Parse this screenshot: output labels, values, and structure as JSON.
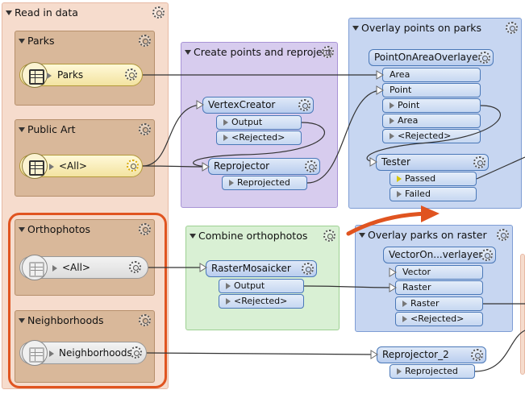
{
  "bookmarks": {
    "read_in": {
      "title": "Read in data"
    },
    "parks": {
      "title": "Parks"
    },
    "public_art": {
      "title": "Public Art"
    },
    "orthophotos": {
      "title": "Orthophotos"
    },
    "neighborhoods": {
      "title": "Neighborhoods"
    },
    "create_points": {
      "title": "Create points and reproject"
    },
    "overlay_points": {
      "title": "Overlay points on parks"
    },
    "combine_ortho": {
      "title": "Combine orthophotos"
    },
    "overlay_raster": {
      "title": "Overlay parks on raster"
    }
  },
  "readers": {
    "parks": {
      "label": "Parks"
    },
    "public_art": {
      "label": "<All>"
    },
    "orthophotos": {
      "label": "<All>"
    },
    "neighborhoods": {
      "label": "Neighborhoods"
    }
  },
  "transformers": {
    "vertex_creator": {
      "name": "VertexCreator",
      "ports": [
        "Output",
        "<Rejected>"
      ]
    },
    "reprojector": {
      "name": "Reprojector",
      "ports": [
        "Reprojected"
      ]
    },
    "point_on_area": {
      "name": "PointOnAreaOverlayer",
      "inputs": [
        "Area",
        "Point"
      ],
      "outputs": [
        "Point",
        "Area",
        "<Rejected>"
      ]
    },
    "tester": {
      "name": "Tester",
      "outputs": [
        "Passed",
        "Failed"
      ]
    },
    "raster_mosaicker": {
      "name": "RasterMosaicker",
      "ports": [
        "Output",
        "<Rejected>"
      ]
    },
    "vector_on_raster": {
      "name": "VectorOn...verlayer",
      "inputs": [
        "Vector",
        "Raster"
      ],
      "outputs": [
        "Raster",
        "<Rejected>"
      ]
    },
    "reprojector_2": {
      "name": "Reprojector_2",
      "ports": [
        "Reprojected"
      ]
    }
  },
  "colors": {
    "read_bookmark": "#f6dccd",
    "reader_bookmark": "#d9b89a",
    "create_bookmark": "#d7ccee",
    "overlay_bookmark": "#c7d6f1",
    "combine_bookmark": "#d9f0d4",
    "highlight": "#e05420"
  }
}
